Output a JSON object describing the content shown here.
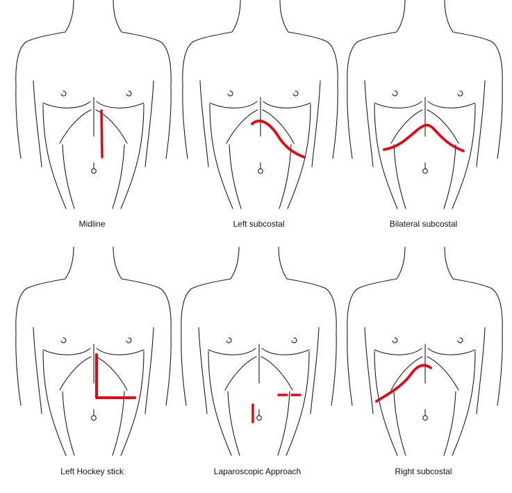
{
  "accent_color": "#e30613",
  "panels": [
    {
      "caption": "Midline",
      "incision": "midline"
    },
    {
      "caption": "Left subcostal",
      "incision": "left-subcostal"
    },
    {
      "caption": "Bilateral subcostal",
      "incision": "bilateral-subcostal"
    },
    {
      "caption": "Left Hockey stick",
      "incision": "left-hockey-stick"
    },
    {
      "caption": "Laparoscopic Approach",
      "incision": "laparoscopic-approach"
    },
    {
      "caption": "Right subcostal",
      "incision": "right-subcostal"
    }
  ]
}
